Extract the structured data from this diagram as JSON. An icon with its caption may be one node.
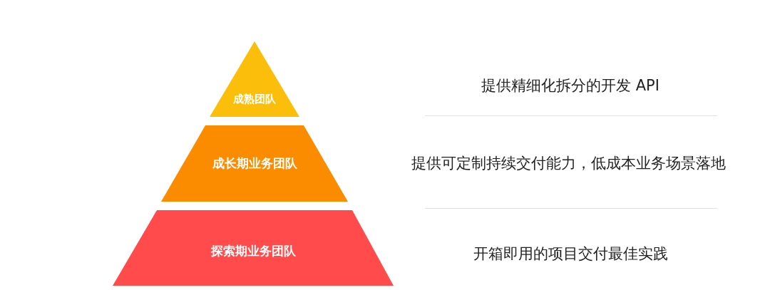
{
  "diagram": {
    "nodes": [
      {
        "text": [
          "成熟团队"
        ]
      },
      {
        "text": [
          "成长期业务团队"
        ]
      },
      {
        "text": [
          "探索期业务团队"
        ]
      }
    ],
    "labels": [
      "提供精细化拆分的开发 API",
      "提供可定制持续交付能力，低成本业务场景落地",
      "开箱即用的项目交付最佳实践"
    ]
  }
}
